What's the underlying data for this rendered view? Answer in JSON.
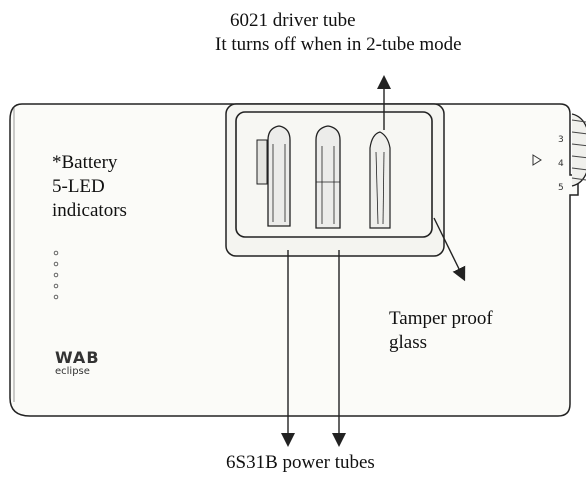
{
  "labels": {
    "driver_tube_title": "6021 driver tube",
    "driver_tube_note": "It turns off when in 2-tube mode",
    "battery_line1": "*Battery",
    "battery_line2": "5-LED",
    "battery_line3": "indicators",
    "glass_line1": "Tamper proof",
    "glass_line2": "glass",
    "power_tubes": "6S31B power tubes"
  },
  "device": {
    "brand_top": "WAB",
    "brand_bottom": "eclipse",
    "dial_marks": [
      "3",
      "4",
      "5"
    ],
    "led_count": 5,
    "tube_count": 3
  },
  "colors": {
    "line": "#222222",
    "panel_fill": "#fbfbf8",
    "background": "#ffffff"
  }
}
